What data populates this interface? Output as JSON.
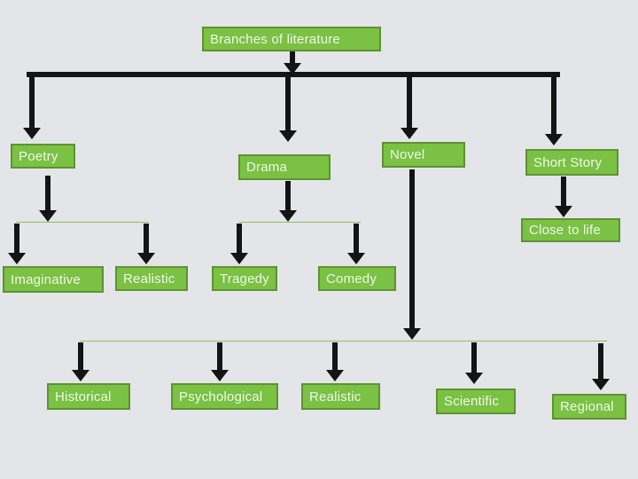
{
  "title": {
    "label": "Branches of literature"
  },
  "nodes": {
    "poetry": "Poetry",
    "drama": "Drama",
    "novel": "Novel",
    "short_story": "Short Story",
    "close_to_life": "Close to life",
    "imaginative": "Imaginative",
    "realistic_poetry": "Realistic",
    "tragedy": "Tragedy",
    "comedy": "Comedy",
    "historical": "Historical",
    "psychological": "Psychological",
    "realistic_novel": "Realistic",
    "scientific": "Scientific",
    "regional": "Regional"
  },
  "tree": {
    "root": "Branches of literature",
    "children": [
      {
        "label": "Poetry",
        "children": [
          {
            "label": "Imaginative"
          },
          {
            "label": "Realistic"
          }
        ]
      },
      {
        "label": "Drama",
        "children": [
          {
            "label": "Tragedy"
          },
          {
            "label": "Comedy"
          }
        ]
      },
      {
        "label": "Novel",
        "children": [
          {
            "label": "Historical"
          },
          {
            "label": "Psychological"
          },
          {
            "label": "Realistic"
          },
          {
            "label": "Scientific"
          },
          {
            "label": "Regional"
          }
        ]
      },
      {
        "label": "Short Story",
        "children": [
          {
            "label": "Close to life"
          }
        ]
      }
    ]
  },
  "colors": {
    "background": "#e3e5e9",
    "node_fill": "#7ac144",
    "node_border": "#5e9331",
    "node_text": "#f1f7e9",
    "connector_black": "#141414",
    "connector_green": "#8fbf5a"
  }
}
